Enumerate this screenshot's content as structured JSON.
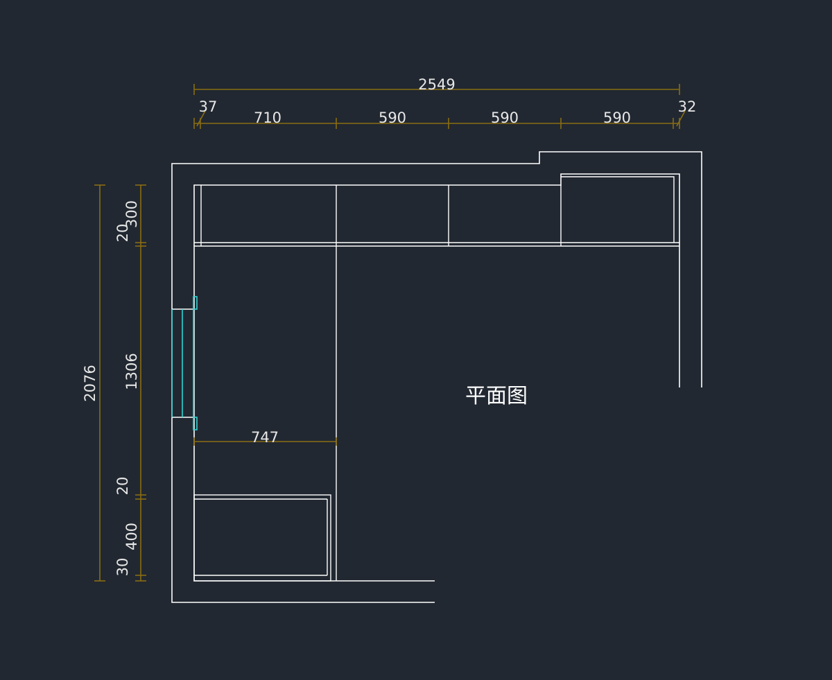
{
  "title": "平面图",
  "dimensions": {
    "overall_width": "2549",
    "left_gap": "37",
    "right_gap": "32",
    "segments": [
      "710",
      "590",
      "590",
      "590"
    ],
    "overall_height": "2076",
    "height_parts": [
      "300",
      "20",
      "1306",
      "20",
      "400",
      "30"
    ],
    "lower_width": "747"
  },
  "colors": {
    "background": "#222831",
    "lines": "#ffffff",
    "dimension_lines": "#8a6d12",
    "window": "#2fd4d4"
  }
}
